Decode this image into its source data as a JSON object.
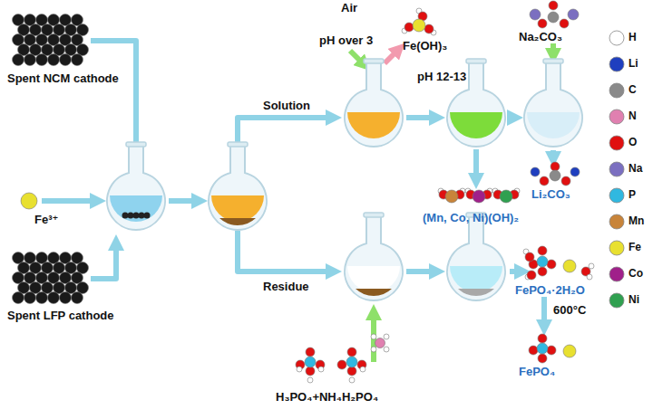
{
  "diagram": {
    "labels": [
      "Spent NCM cathode",
      "Fe³⁺",
      "Spent LFP cathode",
      "Solution",
      "Residue",
      "Air",
      "pH over 3",
      "Fe(OH)₃",
      "pH 12-13",
      "Na₂CO₃",
      "Li₂CO₃",
      "(Mn, Co, Ni)(OH)₂",
      "FePO₄·2H₂O",
      "600°C",
      "FePO₄",
      "H₃PO₄+NH₄H₂PO₄"
    ],
    "legend": [
      {
        "text": "H",
        "color": "#ffffff"
      },
      {
        "text": "Li",
        "color": "#1f3fbf"
      },
      {
        "text": "C",
        "color": "#8a8a8a"
      },
      {
        "text": "N",
        "color": "#e080b0"
      },
      {
        "text": "O",
        "color": "#e01010"
      },
      {
        "text": "Na",
        "color": "#7b6fc0"
      },
      {
        "text": "P",
        "color": "#30b8e0"
      },
      {
        "text": "Mn",
        "color": "#c8843a"
      },
      {
        "text": "Fe",
        "color": "#e8e030"
      },
      {
        "text": "Co",
        "color": "#a0208a"
      },
      {
        "text": "Ni",
        "color": "#30a050"
      }
    ]
  }
}
